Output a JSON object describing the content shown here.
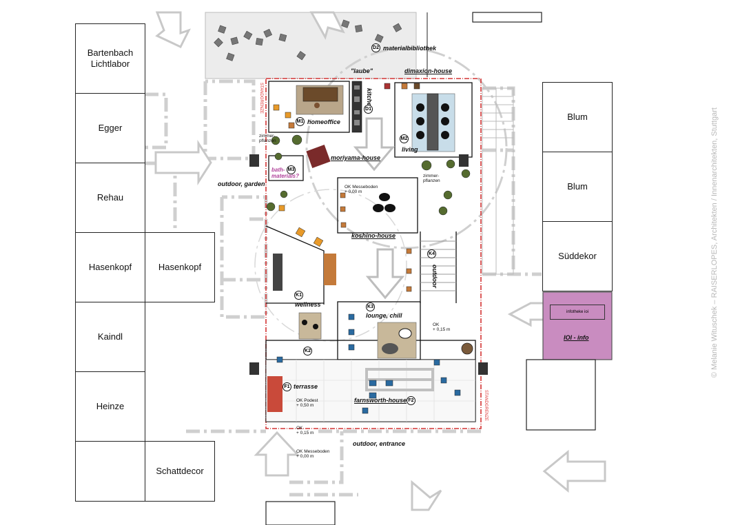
{
  "booths_left": [
    {
      "id": "bartenbach",
      "lines": [
        "Bartenbach",
        "Lichtlabor"
      ]
    },
    {
      "id": "egger",
      "lines": [
        "Egger"
      ]
    },
    {
      "id": "rehau",
      "lines": [
        "Rehau"
      ]
    },
    {
      "id": "hasenkopf-1",
      "lines": [
        "Hasenkopf"
      ]
    },
    {
      "id": "hasenkopf-2",
      "lines": [
        "Hasenkopf"
      ]
    },
    {
      "id": "kaindl",
      "lines": [
        "Kaindl"
      ]
    },
    {
      "id": "heinze",
      "lines": [
        "Heinze"
      ]
    },
    {
      "id": "schattdecor",
      "lines": [
        "Schattdecor"
      ]
    }
  ],
  "booths_right": [
    {
      "id": "blum-1",
      "lines": [
        "Blum"
      ]
    },
    {
      "id": "blum-2",
      "lines": [
        "Blum"
      ]
    },
    {
      "id": "sueddekor",
      "lines": [
        "Süddekor"
      ]
    }
  ],
  "info": {
    "booth_label": "IOI - info",
    "counter_label": "infotheke ioi"
  },
  "zones": {
    "materialbibliothek": "materialbibliothek",
    "laube": "\"laube\"",
    "dimaxion": "dimaxion-house",
    "homeoffice": "homeoffice",
    "kitchen": "kitchen",
    "living": "living",
    "moriyama": "moriyama-house",
    "bath": "bath-",
    "materials": "materials?",
    "zimmerpflanzen_1": "zimmer-",
    "zimmerpflanzen_2": "pflanzen",
    "zimmerpflanzen_3": "zimmer-",
    "zimmerpflanzen_4": "pflanzen",
    "outdoor_garden": "outdoor, garden",
    "koshino": "koshino-house",
    "outdoor": "outdoor",
    "wellness": "wellness",
    "lounge": "lounge, chill",
    "terrasse": "terrasse",
    "farnsworth": "farnsworth-house",
    "outdoor_entrance": "outdoor, entrance",
    "ok_messeboden_1a": "OK Messeboden",
    "ok_messeboden_1b": "+ 0,00 m",
    "ok_messeboden_2a": "OK Messeboden",
    "ok_messeboden_2b": "+ 0,00 m",
    "ok_podest_a": "OK Podest",
    "ok_podest_b": "+ 0,50 m",
    "ok_015_a": "OK",
    "ok_015_b": "+ 0,15 m",
    "ok_015c_a": "OK",
    "ok_015c_b": "+ 0,15 m",
    "standgrenze_1": "STANDGRENZE",
    "standgrenze_2": "STANDGRENZE"
  },
  "markers": {
    "D1": "D1",
    "D2": "D2",
    "M1": "M1",
    "M2": "M2",
    "M3": "M3",
    "K1": "K1",
    "K2": "K2",
    "K3": "K3",
    "K4": "K4",
    "F1": "F1",
    "F2": "F2"
  },
  "credit": "© Melanie Wituschek – RAISERLOPES, Architekten / Innenarchitekten, Stuttgart",
  "colors": {
    "standgrenze": "#d33333",
    "info_booth": "#c98cc0",
    "arrow": "#c8c8c8",
    "dashed": "#cfcfcf"
  }
}
